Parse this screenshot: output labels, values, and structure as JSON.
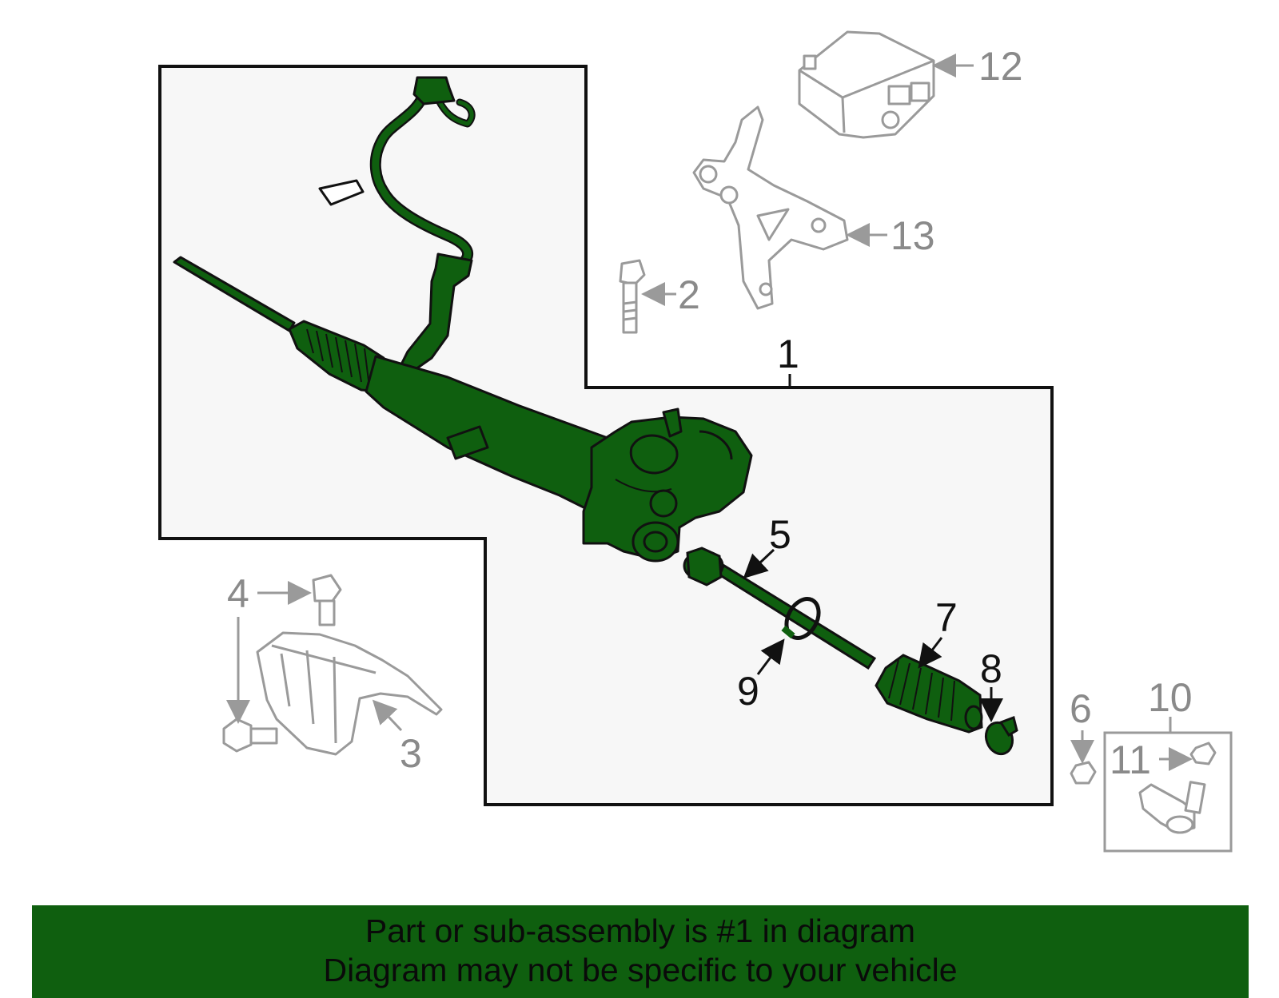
{
  "colors": {
    "highlight": "#0f5f0f",
    "outline_dark": "#111111",
    "outline_grey": "#9a9a9a",
    "panel_fill": "#f7f7f7",
    "banner_bg": "#0f5f0f"
  },
  "callouts": {
    "c1": "1",
    "c2": "2",
    "c3": "3",
    "c4": "4",
    "c5": "5",
    "c6": "6",
    "c7": "7",
    "c8": "8",
    "c9": "9",
    "c10": "10",
    "c11": "11",
    "c12": "12",
    "c13": "13"
  },
  "banner": {
    "line1": "Part or sub-assembly is #1 in diagram",
    "line2": "Diagram may not be specific to your vehicle"
  }
}
